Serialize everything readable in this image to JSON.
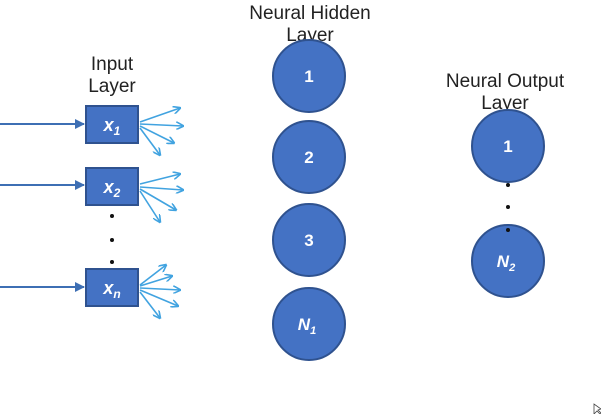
{
  "titles": {
    "input_line1": "Input",
    "input_line2": "Layer",
    "hidden_line1": "Neural Hidden",
    "hidden_line2": "Layer",
    "output_line1": "Neural Output",
    "output_line2": "Layer"
  },
  "input_nodes": [
    {
      "label": "x",
      "sub": "1"
    },
    {
      "label": "x",
      "sub": "2"
    },
    {
      "label": "x",
      "sub": "n"
    }
  ],
  "hidden_nodes": [
    {
      "label": "1",
      "sub": ""
    },
    {
      "label": "2",
      "sub": ""
    },
    {
      "label": "3",
      "sub": ""
    },
    {
      "label": "N",
      "sub": "1"
    }
  ],
  "output_nodes": [
    {
      "label": "1",
      "sub": ""
    },
    {
      "label": "N",
      "sub": "2"
    }
  ],
  "colors": {
    "node_fill": "#4472c4",
    "node_stroke": "#2f528f",
    "arrow": "#41a3e0",
    "input_arrow": "#3e6fb4",
    "text": "#ffffff"
  }
}
